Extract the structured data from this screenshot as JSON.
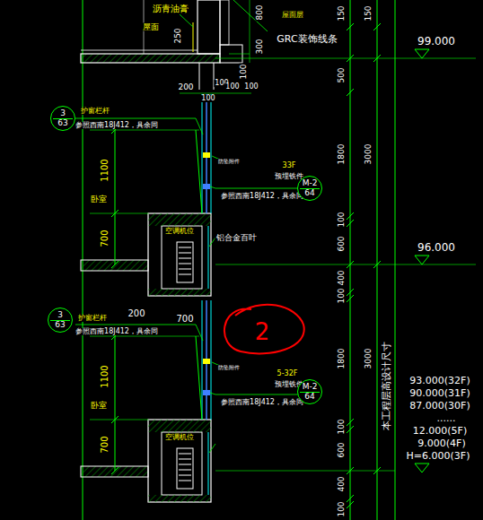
{
  "diagram": {
    "nodes": [
      {
        "text": [
          "3",
          "63"
        ]
      },
      {
        "text": [
          "M-2",
          "64"
        ]
      },
      {
        "text": [
          "3",
          "63"
        ]
      },
      {
        "text": [
          "M-2",
          "64"
        ]
      }
    ],
    "labels": [
      "沥青油膏",
      "屋面",
      "250",
      "800",
      "300",
      "屋面层",
      "GRC装饰线条",
      "100",
      "200",
      "100",
      "100",
      "100",
      "100",
      "150",
      "500",
      "1800",
      "100",
      "600",
      "400",
      "100",
      "1800",
      "100",
      "600",
      "400",
      "100",
      "150",
      "3000",
      "3000",
      "99.000",
      "96.000",
      "护窗栏杆",
      "参照西南18J412，具余同",
      "1100",
      "700",
      "卧室",
      "防坠附件",
      "33F",
      "预埋铁件",
      "参照西南18J412，具余同",
      "空调机位",
      "铝合金百叶",
      "护窗栏杆",
      "参照西南18J412，具余同",
      "200",
      "700",
      "1100",
      "700",
      "卧室",
      "防坠附件",
      "5-32F",
      "预埋铁件",
      "参照西南18J412，具余同",
      "空调机位",
      "2",
      "本工程层高设计尺寸",
      "93.000(32F)",
      "90.000(31F)",
      "87.000(30F)",
      "......",
      "12.000(5F)",
      "9.000(4F)",
      "H=6.000(3F)"
    ]
  }
}
